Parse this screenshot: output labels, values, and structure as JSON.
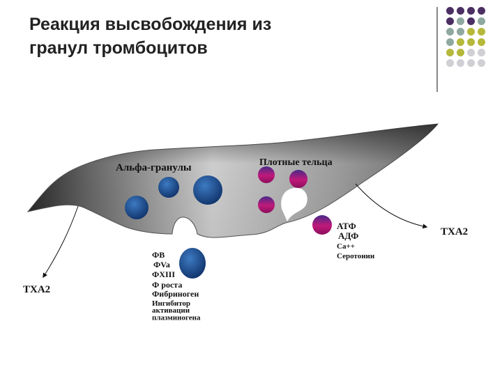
{
  "slide": {
    "title_line1": "Реакция высвобождения из",
    "title_line2": "гранул тромбоцитов"
  },
  "decor": {
    "dot_colors": {
      "purple": "#4b2f63",
      "teal": "#8fa8a0",
      "olive": "#b5b83a",
      "grey": "#cfcfd4"
    },
    "dot_grid": [
      [
        "purple",
        "purple",
        "purple",
        "purple"
      ],
      [
        "purple",
        "teal",
        "purple",
        "teal"
      ],
      [
        "teal",
        "teal",
        "olive",
        "olive"
      ],
      [
        "teal",
        "olive",
        "olive",
        "olive"
      ],
      [
        "olive",
        "olive",
        "grey",
        "grey"
      ],
      [
        "grey",
        "grey",
        "grey",
        "grey"
      ]
    ]
  },
  "diagram": {
    "alpha_label": "Альфа-гранулы",
    "dense_label": "Плотные тельца",
    "txa2_right": "ТХА2",
    "txa2_left": "ТХА2",
    "alpha_release": [
      "ФВ",
      "ФVa",
      "ФХIII",
      "Ф роста",
      "Фибриноген",
      "Ингибитор",
      "активации",
      "плазминогена"
    ],
    "dense_release": [
      "АТФ",
      "АДФ",
      "Са++",
      "Серотонин"
    ],
    "colors": {
      "alpha_granule": "#1f4f8f",
      "dense_granule": "#a21a7e"
    }
  }
}
